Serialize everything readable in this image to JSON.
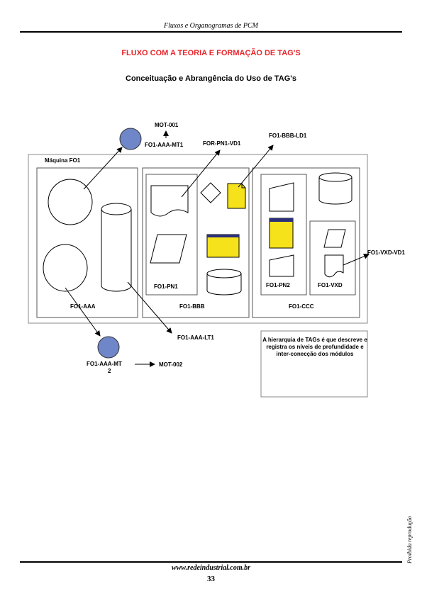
{
  "header": {
    "running_title": "Fluxos e Organogramas de PCM"
  },
  "main": {
    "title": "FLUXO COM A TEORIA E FORMAÇÃO DE TAG'S",
    "subtitle": "Conceituação e Abrangência do Uso de TAG's",
    "title_color": "#e8262c"
  },
  "diagram": {
    "machine_label": "Máquina     FO1",
    "labels": {
      "mot001": "MOT-001",
      "aaa_mt1": "FO1-AAA-MT1",
      "for_pn1_vd1": "FOR-PN1-VD1",
      "bbb_ld1": "FO1-BBB-LD1",
      "pn1": "FO1-PN1",
      "pn2": "FO1-PN2",
      "vxd": "FO1-VXD",
      "vxd_vd1": "FO1-VXD-VD1",
      "aaa": "FO1-AAA",
      "bbb": "FO1-BBB",
      "ccc": "FO1-CCC",
      "aaa_lt1": "FO1-AAA-LT1",
      "aaa_mt2_line1": "FO1-AAA-MT",
      "aaa_mt2_line2": "2",
      "mot002": "MOT-002"
    },
    "note": "A hierarquia de TAGs é que descreve e registra os níveis de profundidade e inter-conecção dos módulos",
    "motor_color": "#6f86c9",
    "component_color": "#f5e21b",
    "accent_color": "#2b2f7a"
  },
  "footer": {
    "website": "www.redeindustrial.com.br",
    "page_number": "33",
    "side_note": "Proibida reprodução"
  }
}
